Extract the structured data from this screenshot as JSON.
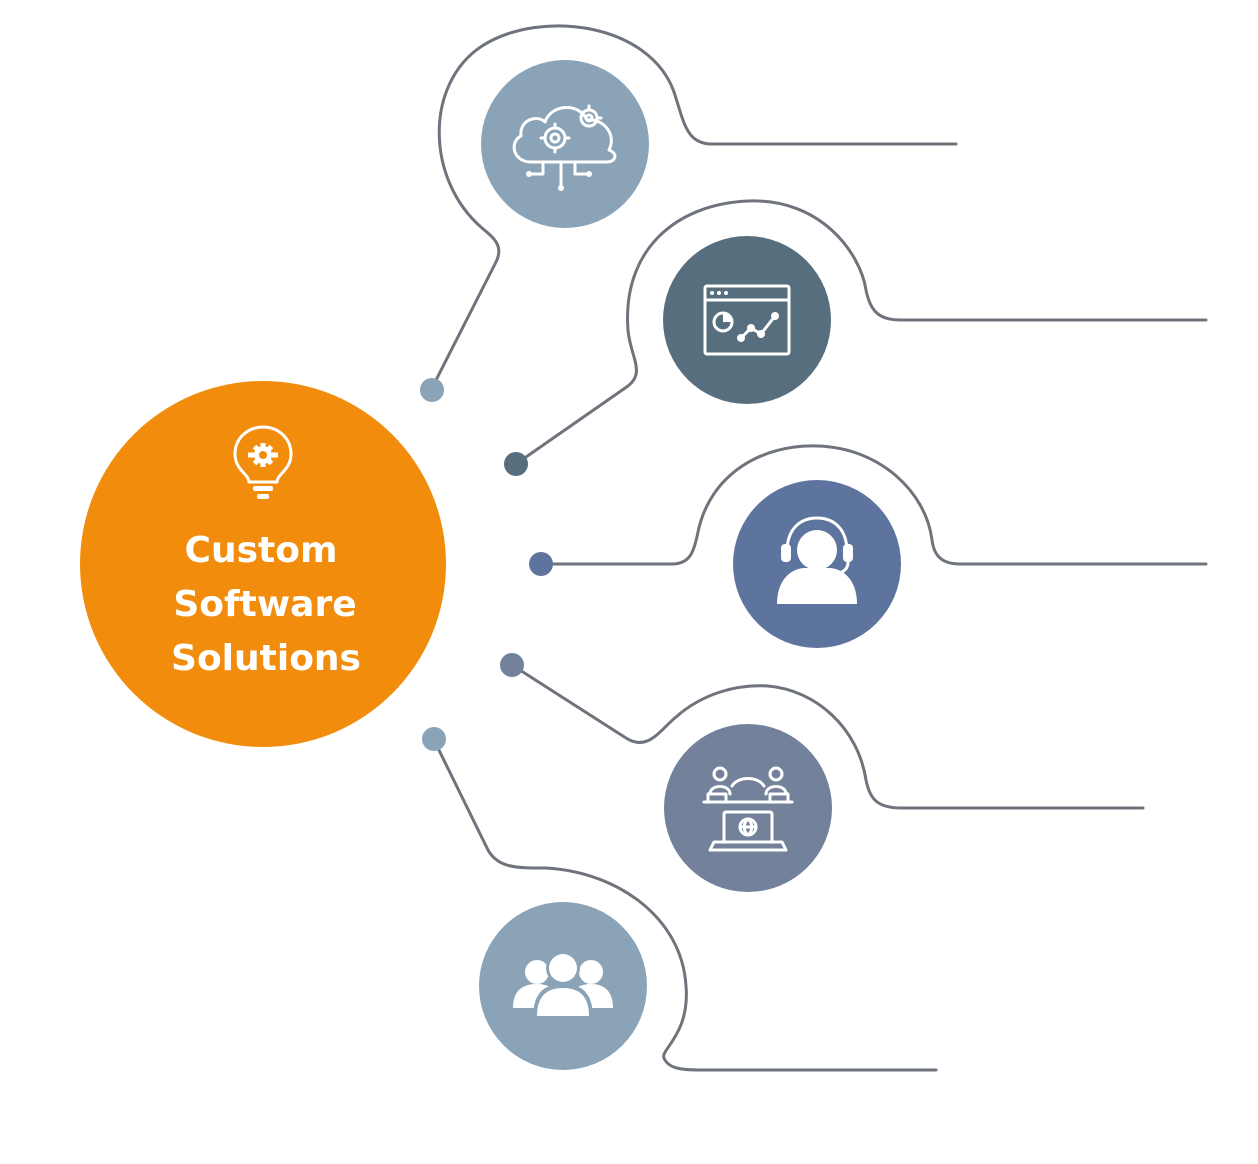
{
  "hub": {
    "icon": "lightbulb-gear-icon",
    "line1": "Custom",
    "line2": "Software",
    "line3": "Solutions"
  },
  "nodes": [
    {
      "icon": "cloud-gears-icon"
    },
    {
      "icon": "analytics-dashboard-icon"
    },
    {
      "icon": "support-headset-icon"
    },
    {
      "icon": "remote-collaboration-icon"
    },
    {
      "icon": "team-users-icon"
    }
  ],
  "colors": {
    "hub": "#f28c0c",
    "connector": "#6e737c",
    "node_1": "#8ba3b7",
    "node_2": "#576e7e",
    "node_3": "#5d759e",
    "node_4": "#73819b",
    "node_5": "#8ba3b7"
  }
}
